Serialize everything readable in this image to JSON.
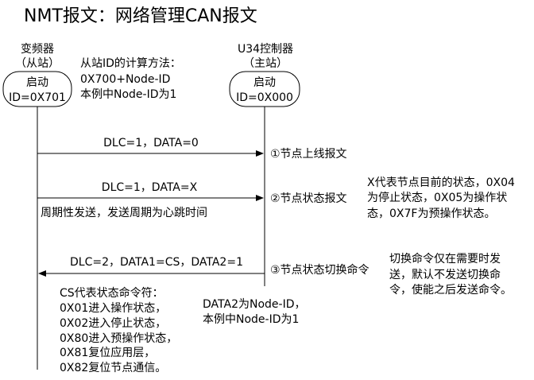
{
  "title": "NMT报文：网络管理CAN报文",
  "left_node": {
    "name": "变频器",
    "role": "（从站）",
    "state_line1": "启动",
    "state_line2": "ID=0X701"
  },
  "right_node": {
    "name": "U34控制器",
    "role": "（主站）",
    "state_line1": "启动",
    "state_line2": "ID=0X000"
  },
  "id_note": {
    "lines": [
      "从站ID的计算方法：",
      "0X700+Node-ID",
      "本例中Node-ID为1"
    ]
  },
  "messages": [
    {
      "label": "DLC=1，DATA=0",
      "name": "①节点上线报文",
      "direction": "slave-to-master"
    },
    {
      "label": "DLC=1，DATA=X",
      "name": "②节点状态报文",
      "direction": "slave-to-master",
      "below_note": "周期性发送，发送周期为心跳时间",
      "side_note": [
        "X代表节点目前的状态，0X04",
        "为停止状态，0X05为操作状",
        "态，0X7F为预操作状态。"
      ]
    },
    {
      "label": "DLC=2，DATA1=CS，DATA2=1",
      "name": "③节点状态切换命令",
      "direction": "master-to-slave",
      "side_note": [
        "切换命令仅在需要时发",
        "送，默认不发送切换命",
        "令，使能之后发送命令。"
      ]
    }
  ],
  "cs_note": {
    "lines": [
      "CS代表状态命令符：",
      "0X01进入操作状态，",
      "0X02进入停止状态，",
      "0X80进入预操作状态，",
      "0X81复位应用层，",
      "0X82复位节点通信。"
    ]
  },
  "data2_note": {
    "lines": [
      "DATA2为Node-ID，",
      "本例中Node-ID为1"
    ]
  }
}
